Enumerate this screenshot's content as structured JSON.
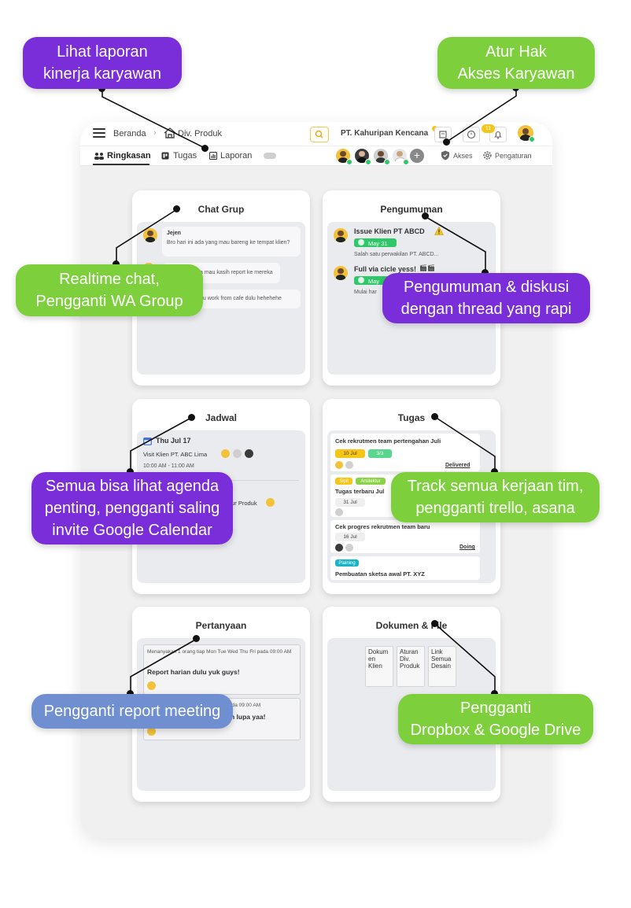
{
  "colors": {
    "purple": "#7a2ed9",
    "green": "#7dcf3c",
    "blue": "#6f8fd0",
    "accent_yellow": "#f5c518",
    "status_green": "#2ec866"
  },
  "header": {
    "breadcrumb": [
      "Beranda",
      "Div. Produk"
    ],
    "company": "PT. Kahuripan Kencana",
    "notification_count": "11",
    "tabs": [
      "Ringkasan",
      "Tugas",
      "Laporan"
    ],
    "active_tab": "Ringkasan",
    "access_label": "Akses",
    "settings_label": "Pengaturan"
  },
  "cards": {
    "chat": {
      "title": "Chat Grup",
      "messages": [
        {
          "sender": "Jejen",
          "text": "Bro hari ini ada yang mau bareng ke tempat klien?"
        },
        {
          "sender": "",
          "text": "a mau kasih report ke mereka"
        },
        {
          "sender": "",
          "text": "au work from cafe dulu hehehehe"
        }
      ]
    },
    "announcement": {
      "title": "Pengumuman",
      "items": [
        {
          "title": "Issue Klien PT ABCD",
          "date": "May 31",
          "snippet": "Salah satu perwakilan PT. ABCD..."
        },
        {
          "title": "Full via cicle yess!",
          "date": "May",
          "snippet": "Mulai har"
        }
      ]
    },
    "schedule": {
      "title": "Jadwal",
      "day": "Thu Jul 17",
      "event": "Visit Klien PT. ABC Lima",
      "time": "10:00 AM - 11:00 AM",
      "event2_partial": "tur Produk"
    },
    "tasks": {
      "title": "Tugas",
      "items": [
        {
          "title": "Cek rekrutmen team pertengahan Juli",
          "date": "10 Jul",
          "progress": "3/3",
          "status": "Delivered"
        },
        {
          "labels": [
            "Sipil",
            "Arsitektur"
          ],
          "title": "Tugas terbaru Jul",
          "date": "31 Jul"
        },
        {
          "title": "Cek progres rekrutmen team baru",
          "date": "16 Jul",
          "status": "Doing"
        },
        {
          "labels": [
            "Plaining"
          ],
          "title": "Pembuatan sketsa awal PT. XYZ"
        }
      ]
    },
    "questions": {
      "title": "Pertanyaan",
      "items": [
        {
          "meta": "Menanyakan 1 orang tiap Mon Tue Wed Thu Fri pada 09:00 AM",
          "question": "Report harian dulu yuk guys!"
        },
        {
          "meta": "ada 09:00 AM",
          "question": "n lupa yaa!"
        }
      ]
    },
    "docs": {
      "title": "Dokumen & File",
      "files": [
        "Dokum en Klien",
        "Aturan Div. Produk",
        "Link Semua Desain"
      ]
    }
  },
  "callouts": {
    "laporan": "Lihat laporan\nkinerja karyawan",
    "akses": "Atur Hak\nAkses Karyawan",
    "chat": "Realtime chat,\nPengganti WA Group",
    "pengumuman": "Pengumuman & diskusi\ndengan thread yang rapi",
    "jadwal": "Semua bisa lihat agenda\npenting, pengganti saling\ninvite Google Calendar",
    "tugas": "Track semua kerjaan tim,\npengganti trello, asana",
    "pertanyaan": "Pengganti report meeting",
    "dokumen": "Pengganti\nDropbox & Google Drive"
  }
}
